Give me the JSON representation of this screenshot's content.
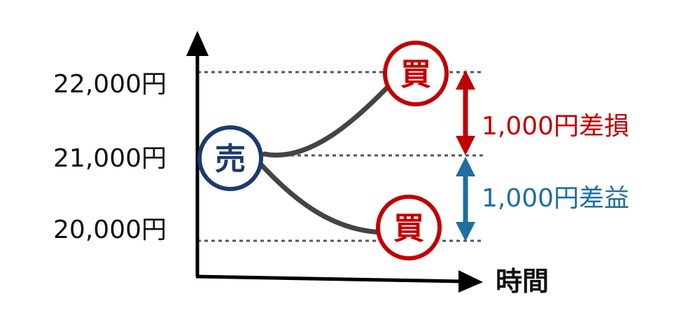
{
  "price_levels": [
    {
      "label": "22,000円"
    },
    {
      "label": "21,000円"
    },
    {
      "label": "20,000円"
    }
  ],
  "x_axis_label": "時間",
  "sell_badge": {
    "text": "売"
  },
  "buy_badges": [
    {
      "text": "買"
    },
    {
      "text": "買"
    }
  ],
  "differences": [
    {
      "label": "1,000円差損"
    },
    {
      "label": "1,000円差益"
    }
  ],
  "colors": {
    "sell": "#1b3b6f",
    "buy": "#c00000",
    "loss": "#c00000",
    "profit": "#1f6f9f",
    "curve": "#444444",
    "axis": "#000000",
    "guide": "#555555"
  }
}
